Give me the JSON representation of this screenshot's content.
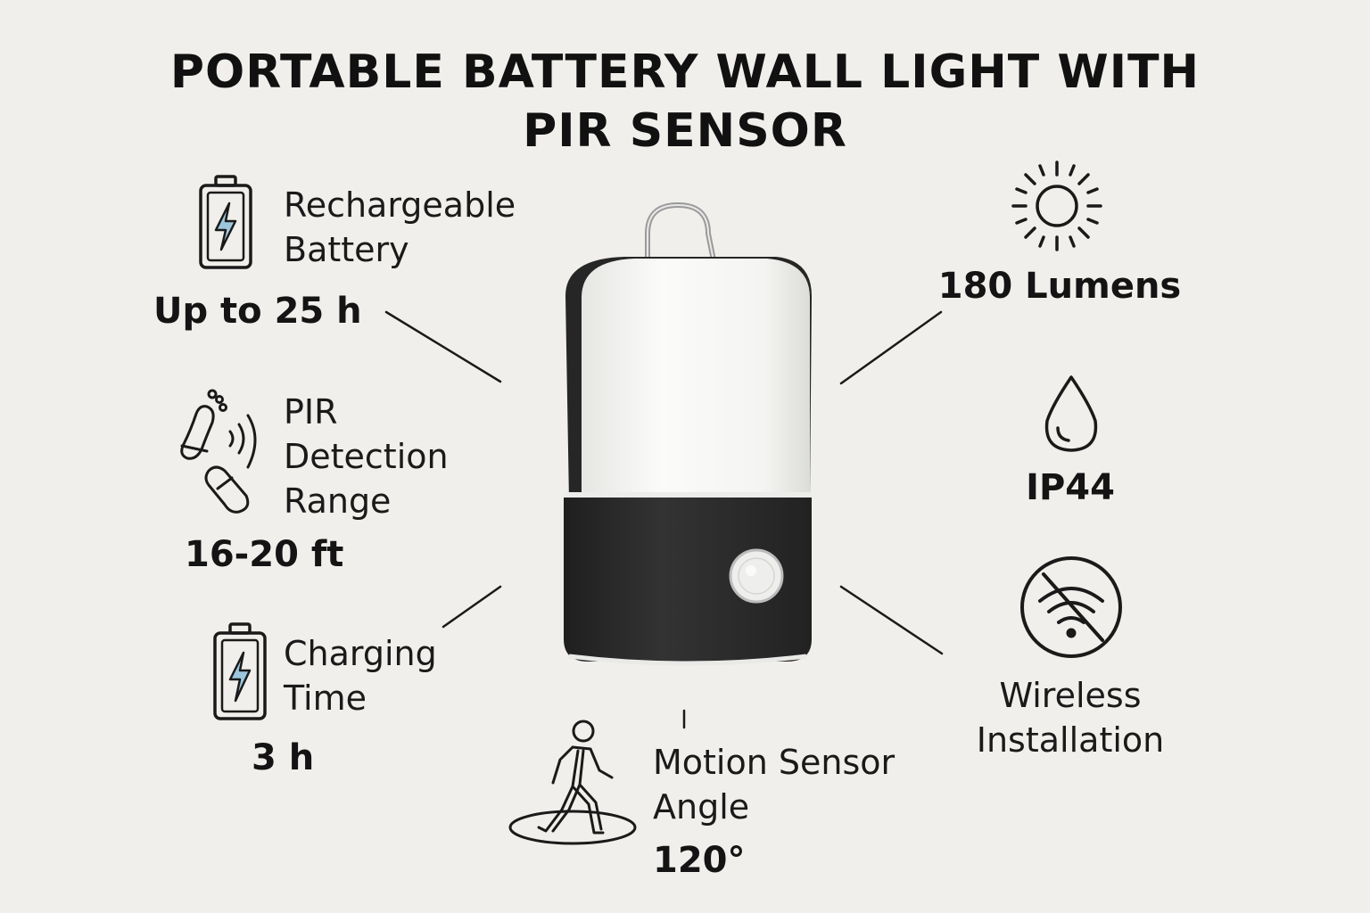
{
  "title": {
    "line1": "PORTABLE BATTERY WALL LIGHT WITH",
    "line2": "PIR SENSOR"
  },
  "colors": {
    "background": "#f1efeb",
    "text": "#111111",
    "icon_accent": "#9cc6de",
    "lamp_body": "#2a2a2a",
    "lamp_diffuser": "#f7f7f5"
  },
  "features": {
    "battery": {
      "icon": "battery-charging-icon",
      "label_line1": "Rechargeable",
      "label_line2": "Battery",
      "value": "Up to 25 h"
    },
    "pir_range": {
      "icon": "footprints-motion-icon",
      "label_line1": "PIR",
      "label_line2": "Detection",
      "label_line3": "Range",
      "value": "16-20 ft"
    },
    "charging": {
      "icon": "battery-charging-icon",
      "label_line1": "Charging",
      "label_line2": "Time",
      "value": "3 h"
    },
    "motion_angle": {
      "icon": "walking-person-icon",
      "label_line1": "Motion Sensor",
      "label_line2": "Angle",
      "value": "120°"
    },
    "brightness": {
      "icon": "sun-icon",
      "value": "180 Lumens"
    },
    "waterproof": {
      "icon": "water-drop-icon",
      "value": "IP44"
    },
    "wireless": {
      "icon": "no-wifi-icon",
      "label_line1": "Wireless",
      "label_line2": "Installation"
    }
  }
}
